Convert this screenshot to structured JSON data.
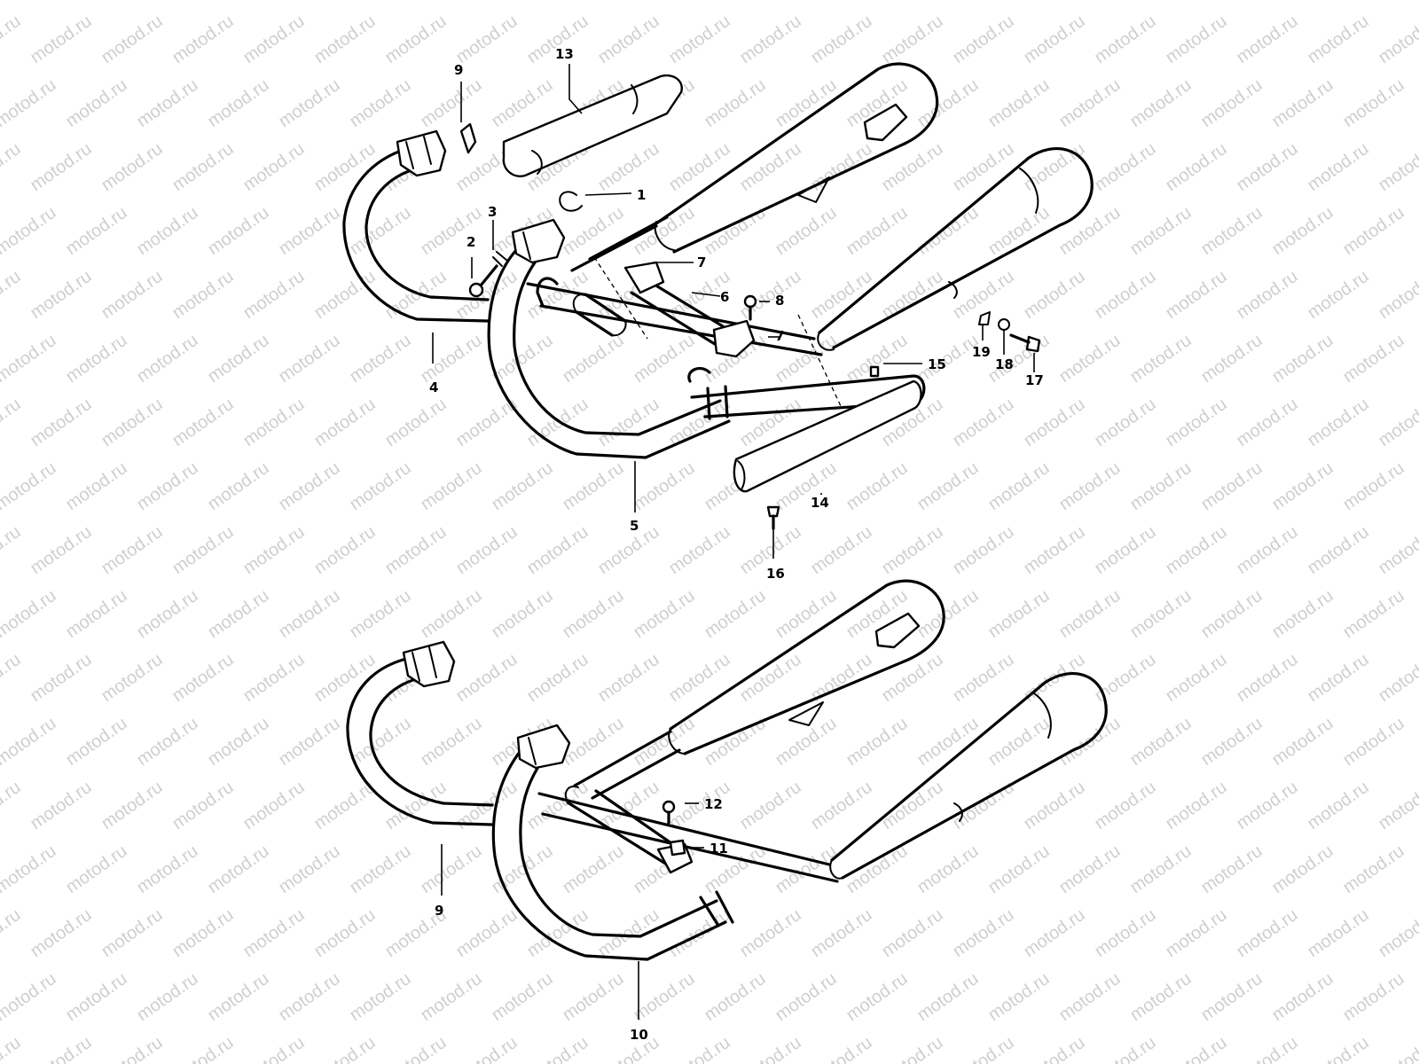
{
  "watermark": "motod.ru",
  "callouts": [
    "1",
    "2",
    "3",
    "4",
    "5",
    "6",
    "7",
    "7",
    "8",
    "9",
    "10",
    "11",
    "12",
    "13",
    "14",
    "15",
    "16",
    "17",
    "18",
    "19",
    "9"
  ]
}
